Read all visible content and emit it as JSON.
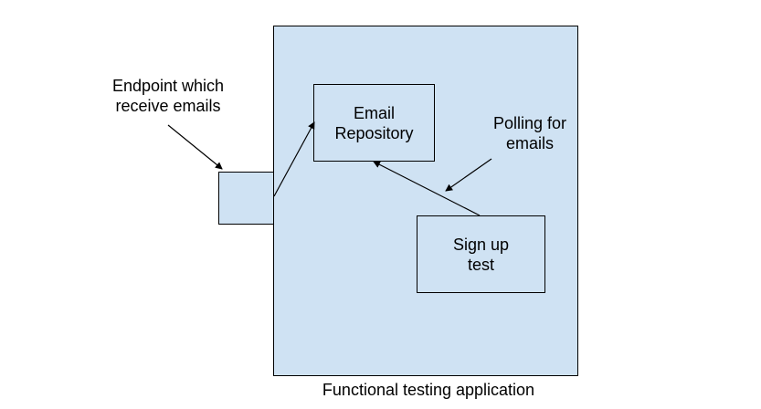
{
  "diagram": {
    "container": {
      "label": "Functional testing application",
      "fill": "#cfe2f3"
    },
    "nodes": {
      "email_repository": {
        "label": "Email\nRepository"
      },
      "sign_up_test": {
        "label": "Sign up\ntest"
      },
      "endpoint": {
        "label": ""
      }
    },
    "annotations": {
      "endpoint_note": "Endpoint which\nreceive emails",
      "polling_note": "Polling for\nemails"
    },
    "colors": {
      "stroke": "#000000",
      "fill": "#cfe2f3",
      "background": "#ffffff"
    }
  }
}
